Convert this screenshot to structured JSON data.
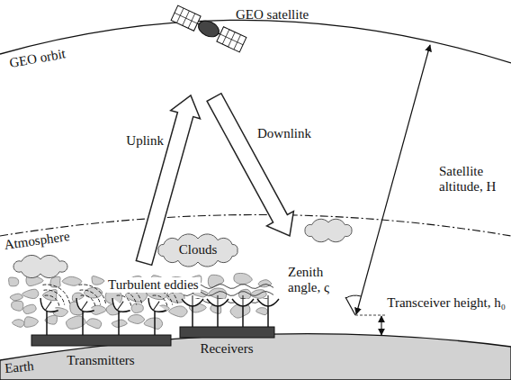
{
  "diagram": {
    "labels": [
      "GEO satellite",
      "GEO orbit",
      "Uplink",
      "Downlink",
      "Satellite altitude, H",
      "Atmosphere",
      "Clouds",
      "Turbulent eddies",
      "Zenith angle, ς",
      "Transceiver height, h₀",
      "Earth",
      "Transmitters",
      "Receivers"
    ]
  }
}
